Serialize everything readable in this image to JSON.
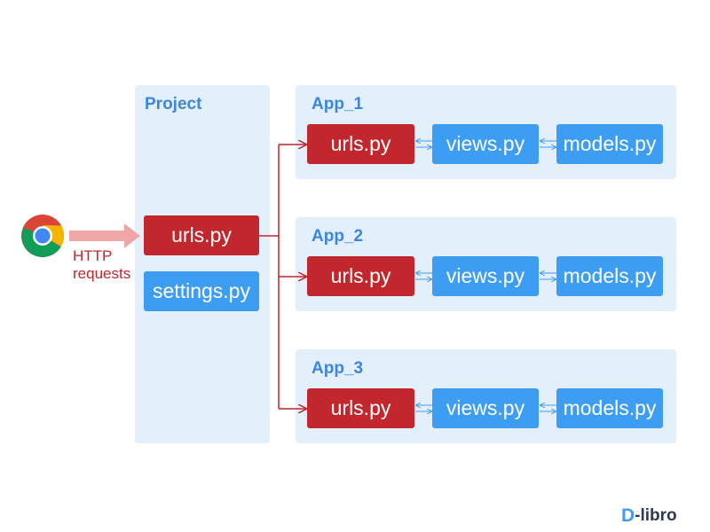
{
  "browser": {
    "icon": "chrome-icon"
  },
  "request_label": {
    "line1": "HTTP",
    "line2": "requests"
  },
  "project": {
    "title": "Project",
    "urls": "urls.py",
    "settings": "settings.py"
  },
  "apps": [
    {
      "title": "App_1",
      "urls": "urls.py",
      "views": "views.py",
      "models": "models.py"
    },
    {
      "title": "App_2",
      "urls": "urls.py",
      "views": "views.py",
      "models": "models.py"
    },
    {
      "title": "App_3",
      "urls": "urls.py",
      "views": "views.py",
      "models": "models.py"
    }
  ],
  "logo": {
    "mark": "D",
    "text": "-libro"
  },
  "colors": {
    "panel": "#e3f0fc",
    "title": "#3b86e0",
    "urls_box": "#c1272d",
    "module_box": "#3d9df3",
    "connector": "#c1272d",
    "request_arrow": "#eea6a6"
  }
}
